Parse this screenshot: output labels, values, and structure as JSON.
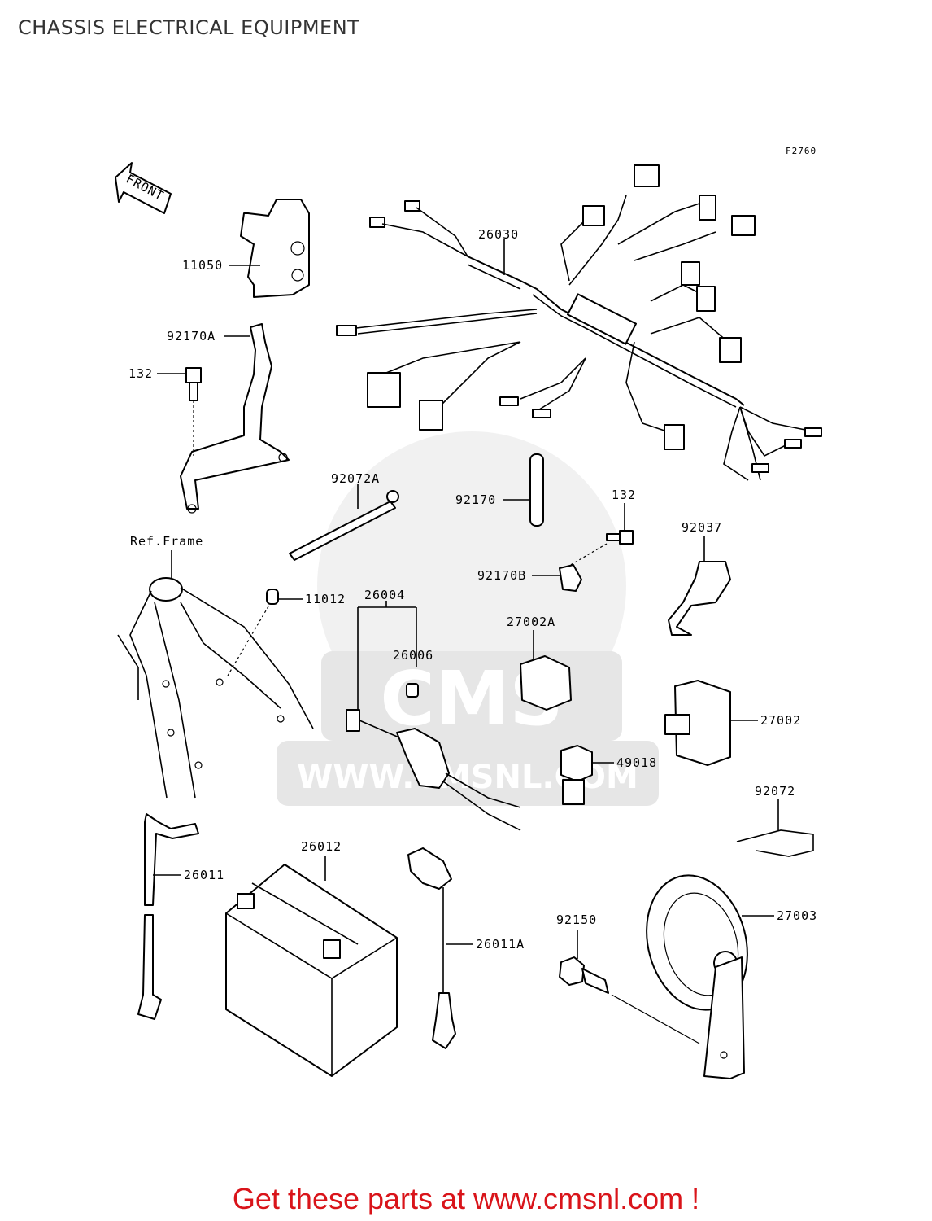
{
  "title": "CHASSIS ELECTRICAL EQUIPMENT",
  "figure_code": "F2760",
  "front_label": "FRONT",
  "ref_frame_label": "Ref.Frame",
  "watermark": {
    "logo_text": "CMS",
    "url_text": "WWW.CMSNL.COM"
  },
  "parts": {
    "p11050": "11050",
    "p26030": "26030",
    "p92170A": "92170A",
    "p132a": "132",
    "p92072A": "92072A",
    "p92170": "92170",
    "p132b": "132",
    "p92037": "92037",
    "p92170B": "92170B",
    "p11012": "11012",
    "p26004": "26004",
    "p26006": "26006",
    "p27002A": "27002A",
    "p27002": "27002",
    "p49018": "49018",
    "p92072": "92072",
    "p26012": "26012",
    "p26011": "26011",
    "p26011A": "26011A",
    "p92150": "92150",
    "p27003": "27003"
  },
  "footer": "Get these parts at www.cmsnl.com !",
  "colors": {
    "footer": "#d9141a",
    "watermark": "#e6e6e6"
  }
}
